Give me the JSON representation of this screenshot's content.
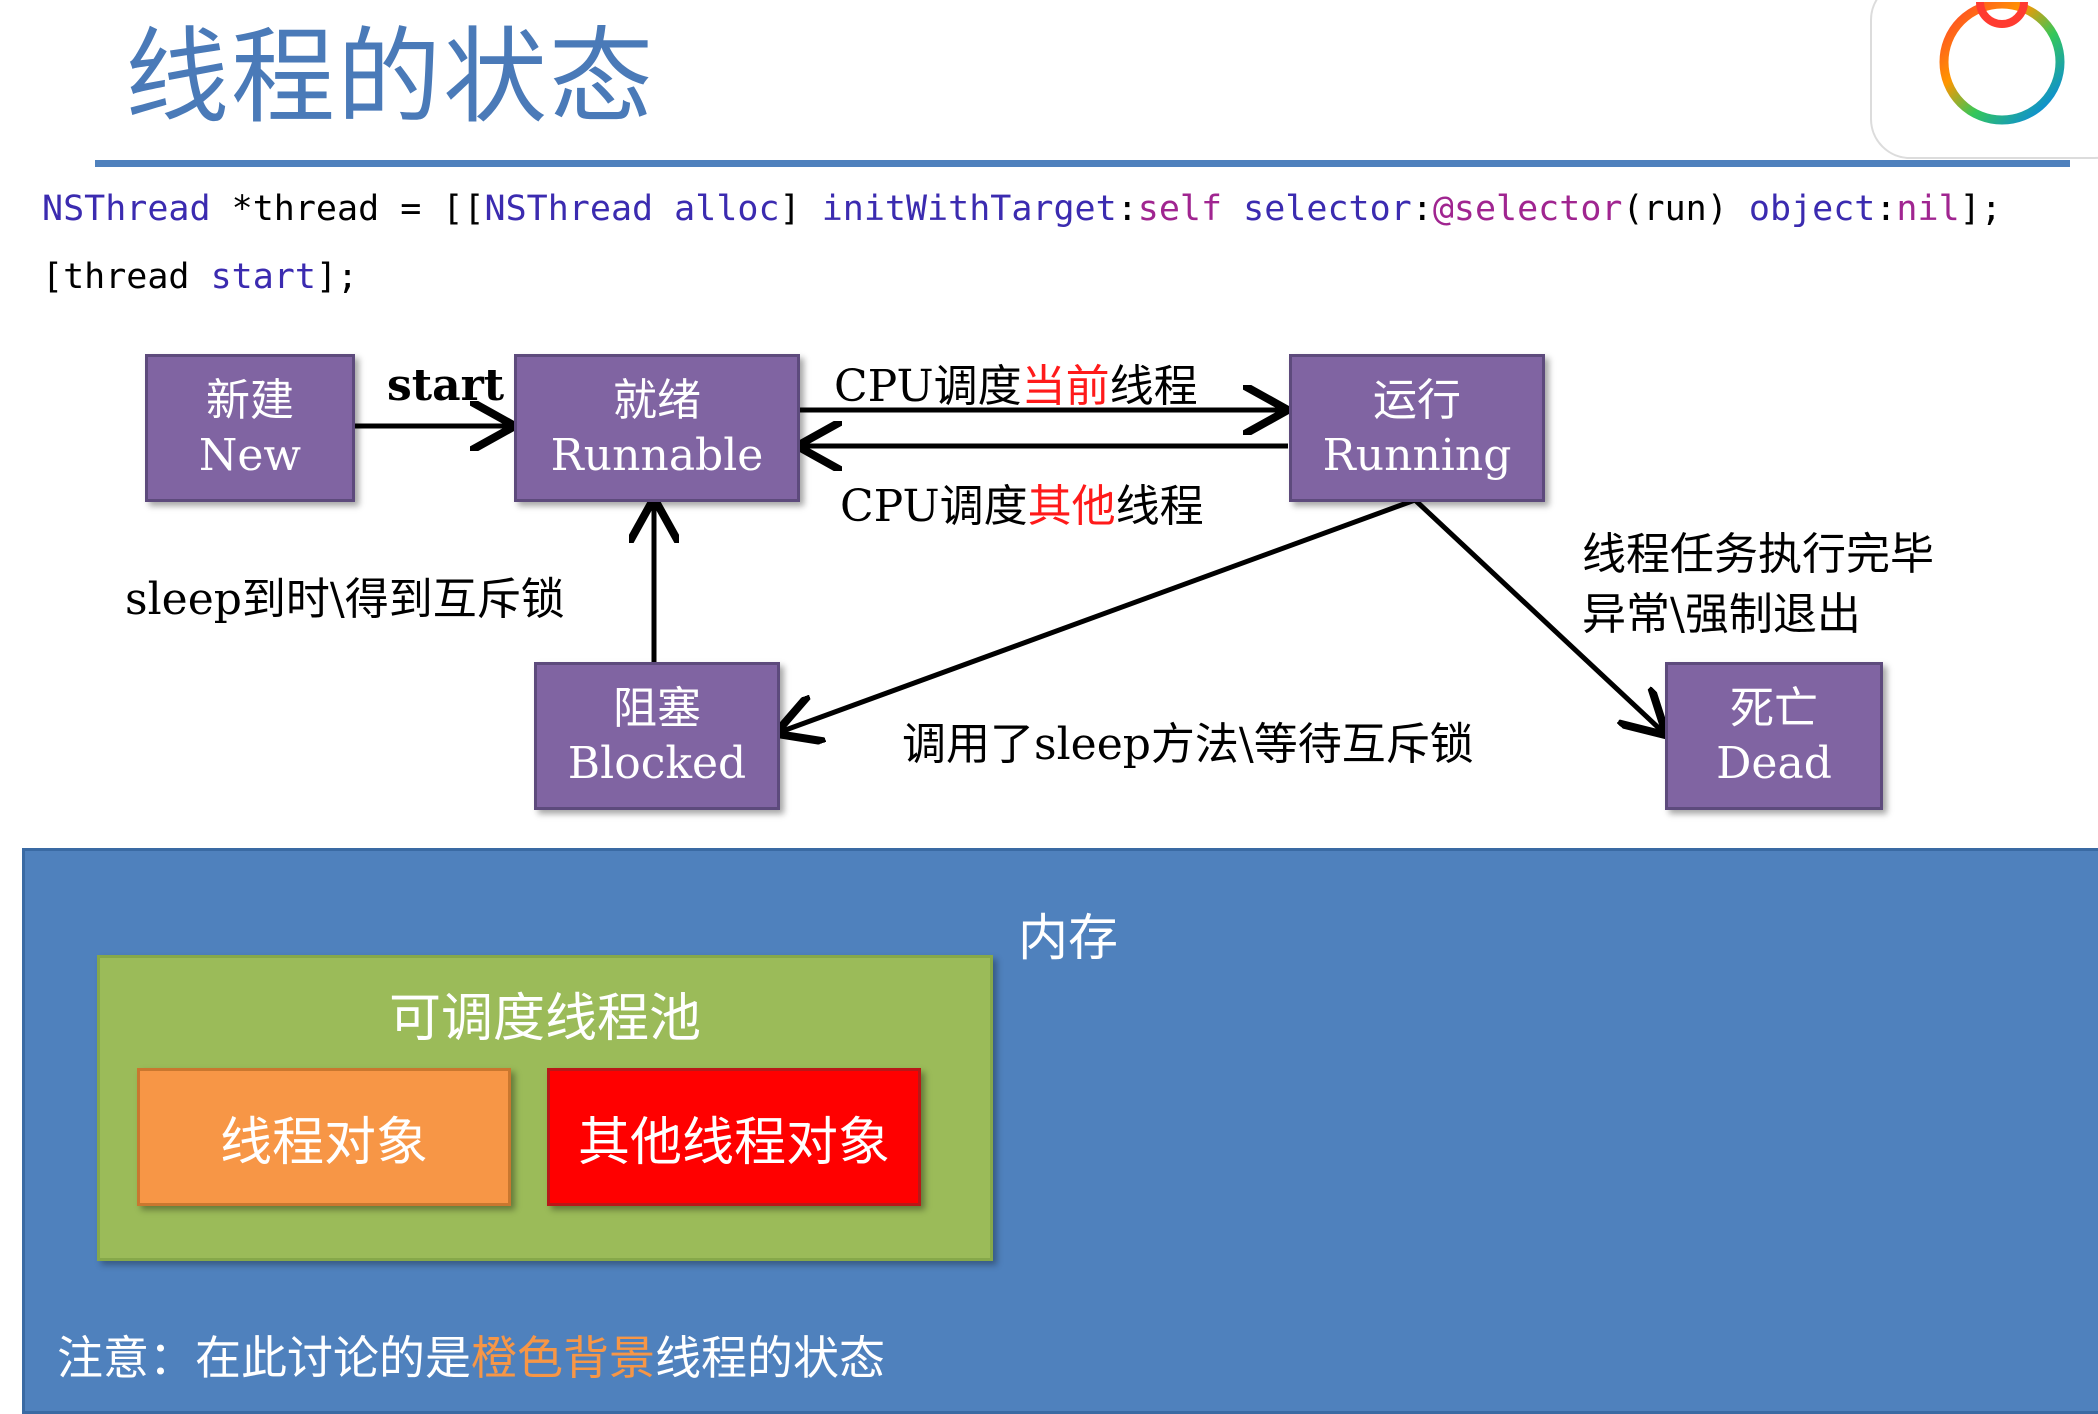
{
  "title": "线程的状态",
  "code": {
    "l1_a": "NSThread",
    "l1_b": " *thread = [[",
    "l1_c": "NSThread",
    "l1_d": " ",
    "l1_e": "alloc",
    "l1_f": "] ",
    "l1_g": "initWithTarget",
    "l1_h": ":",
    "l1_i": "self",
    "l1_j": " ",
    "l1_k": "selector",
    "l1_l": ":",
    "l1_m": "@selector",
    "l1_n": "(run) ",
    "l1_o": "object",
    "l1_p": ":",
    "l1_q": "nil",
    "l1_r": "];",
    "l2_a": "[thread ",
    "l2_b": "start",
    "l2_c": "];"
  },
  "states": {
    "new": {
      "zh": "新建",
      "en": "New"
    },
    "runnable": {
      "zh": "就绪",
      "en": "Runnable"
    },
    "running": {
      "zh": "运行",
      "en": "Running"
    },
    "blocked": {
      "zh": "阻塞",
      "en": "Blocked"
    },
    "dead": {
      "zh": "死亡",
      "en": "Dead"
    }
  },
  "edges": {
    "start": "start",
    "to_running_a": "CPU调度",
    "to_running_b": "当前",
    "to_running_c": "线程",
    "to_runnable_a": "CPU调度",
    "to_runnable_b": "其他",
    "to_runnable_c": "线程",
    "to_blocked": "调用了sleep方法\\等待互斥锁",
    "from_blocked": "sleep到时\\得到互斥锁",
    "to_dead_1": "线程任务执行完毕",
    "to_dead_2": "异常\\强制退出"
  },
  "memory": {
    "label": "内存",
    "pool_label": "可调度线程池",
    "thread_obj": "线程对象",
    "other_thread_obj": "其他线程对象",
    "note_a": "注意：在此讨论的是",
    "note_b": "橙色背景",
    "note_c": "线程的状态"
  },
  "colors": {
    "node": "#8064a2",
    "memory": "#4f81bd",
    "pool": "#9bbb59",
    "thread_obj": "#f79646",
    "other_thread_obj": "#ff0000",
    "highlight_red": "#ff1a1a",
    "highlight_orange": "#f79646"
  }
}
